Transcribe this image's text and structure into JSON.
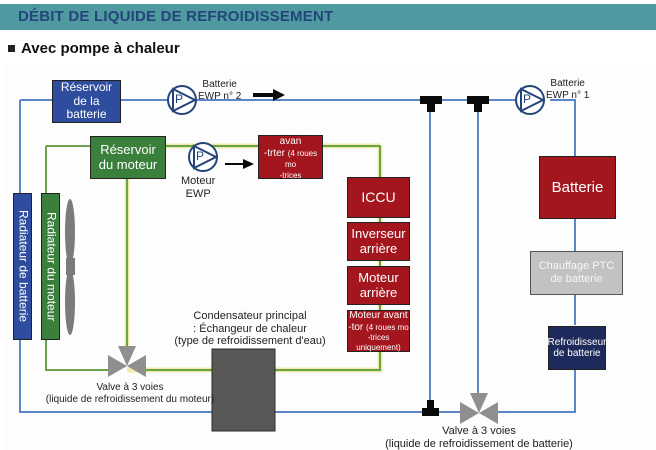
{
  "header": {
    "title": "DÉBIT DE LIQUIDE DE REFROIDISSEMENT"
  },
  "subtitle": "Avec pompe à chaleur",
  "colors": {
    "header_bg": "#4e9aa0",
    "header_text": "#24457a",
    "battery_line": "#5b86c9",
    "motor_line": "#6aa24a",
    "motor_line_halo": "#f0ebaa",
    "component_red": "#a3161e",
    "reservoir_blue": "#2e4d9e",
    "reservoir_green": "#3a7f3c",
    "chiller_navy": "#1f2a5c",
    "ptc_grey": "#c2c2c2",
    "condenser": "#5a5757",
    "valve_grey": "#8f8f8f"
  },
  "components": {
    "battery_reservoir": [
      "Réservoir",
      "de la batterie"
    ],
    "motor_reservoir": [
      "Réservoir",
      "du moteur"
    ],
    "battery_radiator": "Radiateur de batterie",
    "motor_radiator": "Radiateur du moteur",
    "front_inverter": {
      "main1": "Inverseur avan",
      "main2": "-trter",
      "note1": "(4 roues mo",
      "note2": "-trices uniquement)"
    },
    "iccu": "ICCU",
    "rear_inverter": [
      "Inverseur",
      "arrière"
    ],
    "rear_motor": [
      "Moteur",
      "arrière"
    ],
    "front_motor": {
      "main1": "Moteur avant",
      "main2": "-tor",
      "note1": "(4 roues mo",
      "note2": "-trices uniquement)"
    },
    "battery": "Batterie",
    "ptc_heater": [
      "Chauffage PTC",
      "de batterie"
    ],
    "battery_chiller": [
      "Refroidisseur",
      "de batterie"
    ]
  },
  "pumps": {
    "pump_symbol": "P",
    "battery_ewp2": [
      "Batterie",
      "EWP n° 2"
    ],
    "battery_ewp1": [
      "Batterie",
      "EWP n° 1"
    ],
    "motor_ewp": [
      "Moteur",
      "EWP"
    ]
  },
  "labels": {
    "condenser": [
      "Condensateur principal",
      ": Échangeur de chaleur",
      "(type de refroidissement d'eau)"
    ],
    "motor_valve": [
      "Valve à 3 voies",
      "(liquide de refroidissement du moteur)"
    ],
    "battery_valve": [
      "Valve à 3 voies",
      "(liquide de refroidissement de batterie)"
    ]
  }
}
